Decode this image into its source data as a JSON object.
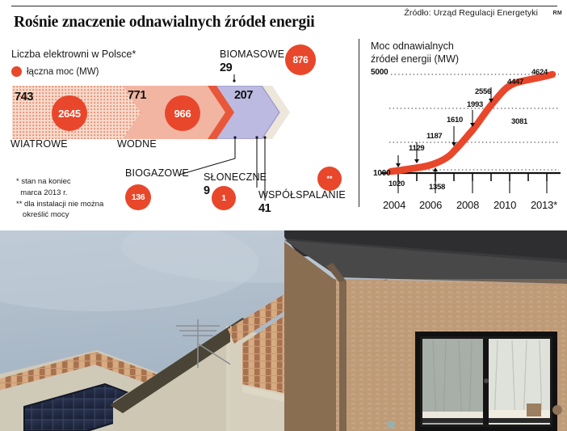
{
  "header": {
    "title": "Rośnie znaczenie odnawialnych źródeł energii",
    "source": "Źródło: Urząd Regulacji Energetyki",
    "credit": "RM"
  },
  "left_panel": {
    "subtitle": "Liczba elektrowni w Polsce*",
    "legend_label": "łączna moc (MW)",
    "legend_color": "#E8472B",
    "footnotes": "* stan na koniec\n  marca 2013 r.\n** dla instalacji nie można\n   określić mocy",
    "segments": [
      {
        "label": "WIATROWE",
        "count": "743",
        "power": "2645",
        "color": "#F0B9A6",
        "pattern": "halftone-dots"
      },
      {
        "label": "WODNE",
        "count": "771",
        "power": "966",
        "color": "#F2B5A2",
        "pattern": "solid"
      },
      {
        "label": "BIOMASOWE",
        "count": "29",
        "power": "876",
        "color": "#E8573A",
        "pattern": "solid"
      },
      {
        "label": "BIOGAZOWE",
        "count": "207",
        "power": "136",
        "color": "#B9B7DE",
        "pattern": "solid"
      },
      {
        "label": "SŁONECZNE",
        "count": "9",
        "power": "1",
        "color": "#B9B7DE",
        "pattern": "solid"
      },
      {
        "label": "WSPÓŁSPALANIE",
        "count": "41",
        "power": "**",
        "color": "#EDE6DA",
        "pattern": "solid"
      }
    ]
  },
  "chart_data": {
    "type": "line",
    "title": "Moc odnawialnych\nźródeł energii (MW)",
    "xlabel": "",
    "ylabel": "MW",
    "ylim": [
      0,
      5000
    ],
    "grid": true,
    "legend_position": "none",
    "x": [
      "2004",
      "2005",
      "2006",
      "2007",
      "2008",
      "2009",
      "2010",
      "2011",
      "2012",
      "2013*"
    ],
    "values": [
      1020,
      1129,
      1187,
      1358,
      1610,
      1993,
      2556,
      3081,
      4447,
      4624
    ],
    "point_labels": [
      "1020",
      "1129",
      "1187",
      "1358",
      "1610",
      "1993",
      "2556",
      "3081",
      "4447",
      "4624"
    ],
    "y_ticks": [
      1000,
      5000
    ],
    "y_tick_labels": [
      "1000",
      "5000"
    ],
    "x_tick_labels": [
      "2004",
      "2006",
      "2008",
      "2010",
      "2013*"
    ],
    "line_color": "#E8472B",
    "axis_color": "#111111"
  },
  "photo": {
    "caption": "",
    "alt": "Domy jednorodzinne z panelami słonecznymi na dachach"
  }
}
